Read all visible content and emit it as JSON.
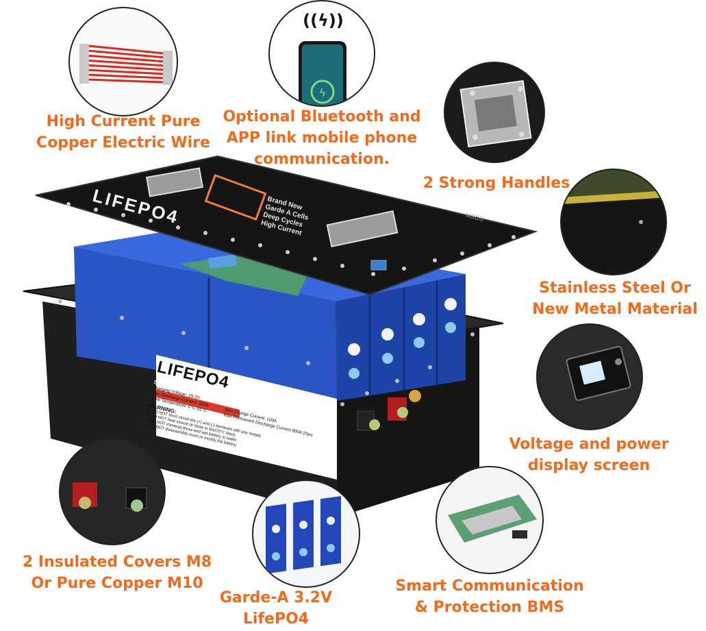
{
  "features": {
    "wire": {
      "line1": "High Current Pure",
      "line2": "Copper Electric Wire"
    },
    "bluetooth": {
      "line1": "Optional Bluetooth and",
      "line2": "APP link mobile phone",
      "line3": "communication."
    },
    "handles": {
      "line1": "2 Strong Handles"
    },
    "material": {
      "line1": "Stainless Steel Or",
      "line2": "New Metal Material"
    },
    "display": {
      "line1": "Voltage and power",
      "line2": "display screen"
    },
    "terminals": {
      "line1": "2 Insulated Covers M8",
      "line2": "Or Pure Copper M10"
    },
    "cells": {
      "line1": "Garde-A 3.2V",
      "line2": "LifePO4"
    },
    "bms": {
      "line1": "Smart Communication",
      "line2": "& Protection BMS"
    }
  },
  "battery": {
    "lid_brand": "LIFEPO4",
    "lid_text": [
      "Brand New",
      "Garde A Cells",
      "Deep Cycles",
      "High Current"
    ],
    "lid_small_label": "MSDS",
    "label_brand": "LIFEPO4",
    "spec_heading": "SPECIFICATION:",
    "spec_lines": [
      "Charging Voltage: 29.2V",
      "Max.Discharge Current: 300A",
      "Work Temperature: 0°C-55°C"
    ],
    "spec_right": [
      "Max.Charge Current: 100A",
      "Max.Permanent Discharge Current 900A 2Sec"
    ],
    "warning_heading": "WARNING:",
    "warning_lines": [
      "※ DO NOT short circuit the (+) and (-) terminals with any metals",
      "※ DO NOT heat source or close to fire(70°C Max).",
      "※ DO NOT immerse,throw and wet battery in water.",
      "※ DO NOT disassemble,crush,or modify the battery."
    ]
  },
  "colors": {
    "caption": "#f26a1b",
    "cell_blue": "#2a57c9",
    "case_black": "#1c1c1c"
  }
}
